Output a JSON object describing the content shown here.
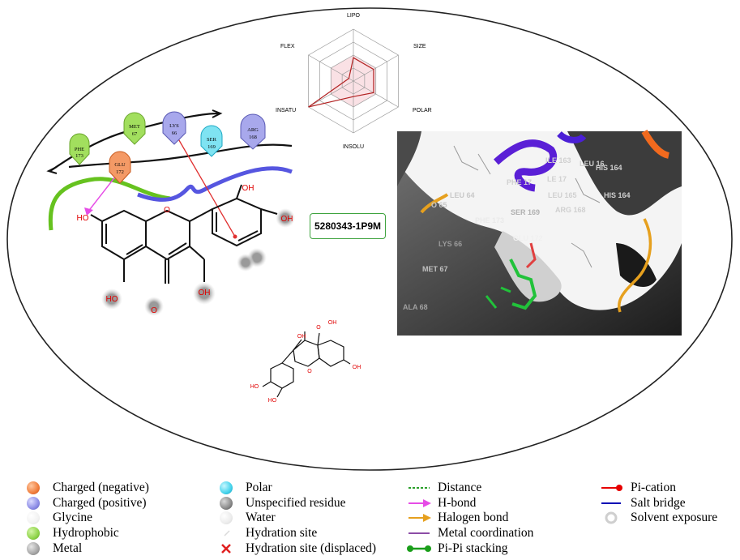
{
  "radar": {
    "axes": [
      "LIPO",
      "SIZE",
      "POLAR",
      "INSOLU",
      "INSATU",
      "FLEX"
    ],
    "values": [
      0.45,
      0.45,
      0.45,
      0.3,
      1.0,
      0.1
    ]
  },
  "residues": [
    {
      "name": "PHE",
      "num": "173",
      "type": "hydrophobic"
    },
    {
      "name": "MET",
      "num": "67",
      "type": "hydrophobic"
    },
    {
      "name": "GLU",
      "num": "172",
      "type": "charged-negative"
    },
    {
      "name": "LYS",
      "num": "66",
      "type": "charged-positive"
    },
    {
      "name": "SER",
      "num": "169",
      "type": "polar"
    },
    {
      "name": "ARG",
      "num": "168",
      "type": "charged-positive"
    }
  ],
  "atoms": {
    "oh": "OH",
    "ho": "HO",
    "o": "O"
  },
  "code_label": "5280343-1P9M",
  "structure_3d": {
    "labels": [
      "LEU 64",
      "O 65",
      "PHE 173",
      "LYS 66",
      "MET 67",
      "ALA 68",
      "GLU 172",
      "SER 169",
      "ARG 168",
      "ILE 163",
      "LEU 16",
      "HIS 164",
      "LEU 165",
      "LE 17",
      "PHE 17",
      "HIS 164"
    ]
  },
  "legend": {
    "col1": [
      "Charged (negative)",
      "Charged (positive)",
      "Glycine",
      "Hydrophobic",
      "Metal"
    ],
    "col2": [
      "Polar",
      "Unspecified residue",
      "Water",
      "Hydration site",
      "Hydration site (displaced)"
    ],
    "col3": [
      "Distance",
      "H-bond",
      "Halogen bond",
      "Metal coordination",
      "Pi-Pi stacking"
    ],
    "col4": [
      "Pi-cation",
      "Salt bridge",
      "Solvent exposure"
    ]
  },
  "colors": {
    "charged_negative": "#f07d3c",
    "charged_positive": "#8c8ce6",
    "glycine": "#f2f2f2",
    "hydrophobic": "#8fd44a",
    "metal": "#a6a6a6",
    "polar": "#44d3ec",
    "unspecified": "#8a8a8a",
    "water": "#e6e6e6",
    "distance": "#2ca02c",
    "hbond": "#e64ce6",
    "halogen": "#e6a01e",
    "metal_coord": "#8c4ca6",
    "pipi": "#1a9e1a",
    "pication": "#e60000",
    "salt_bridge": "#0000b4"
  }
}
